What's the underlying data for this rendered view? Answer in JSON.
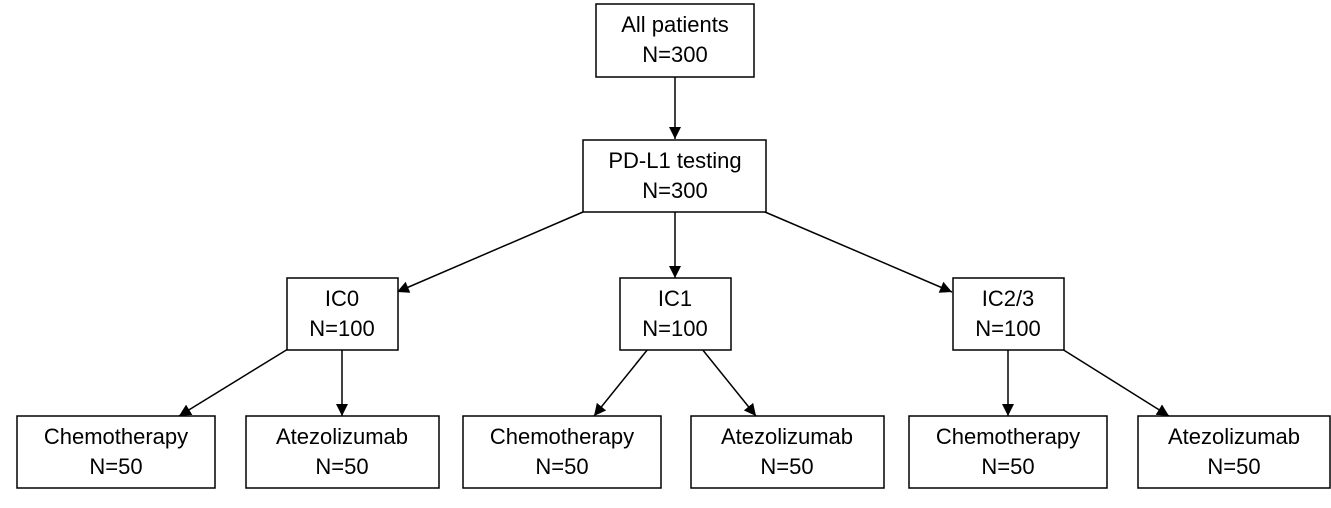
{
  "diagram": {
    "nodes": {
      "all": {
        "line1": "All patients",
        "line2": "N=300"
      },
      "pdl1": {
        "line1": "PD-L1 testing",
        "line2": "N=300"
      },
      "ic0": {
        "line1": "IC0",
        "line2": "N=100"
      },
      "ic1": {
        "line1": "IC1",
        "line2": "N=100"
      },
      "ic23": {
        "line1": "IC2/3",
        "line2": "N=100"
      },
      "ic0_chemo": {
        "line1": "Chemotherapy",
        "line2": "N=50"
      },
      "ic0_atezo": {
        "line1": "Atezolizumab",
        "line2": "N=50"
      },
      "ic1_chemo": {
        "line1": "Chemotherapy",
        "line2": "N=50"
      },
      "ic1_atezo": {
        "line1": "Atezolizumab",
        "line2": "N=50"
      },
      "ic23_chemo": {
        "line1": "Chemotherapy",
        "line2": "N=50"
      },
      "ic23_atezo": {
        "line1": "Atezolizumab",
        "line2": "N=50"
      }
    },
    "edges": [
      {
        "from": "all",
        "to": "pdl1"
      },
      {
        "from": "pdl1",
        "to": "ic0"
      },
      {
        "from": "pdl1",
        "to": "ic1"
      },
      {
        "from": "pdl1",
        "to": "ic23"
      },
      {
        "from": "ic0",
        "to": "ic0_chemo"
      },
      {
        "from": "ic0",
        "to": "ic0_atezo"
      },
      {
        "from": "ic1",
        "to": "ic1_chemo"
      },
      {
        "from": "ic1",
        "to": "ic1_atezo"
      },
      {
        "from": "ic23",
        "to": "ic23_chemo"
      },
      {
        "from": "ic23",
        "to": "ic23_atezo"
      }
    ],
    "colors": {
      "stroke": "#000000",
      "fill": "#ffffff",
      "text": "#000000"
    }
  }
}
